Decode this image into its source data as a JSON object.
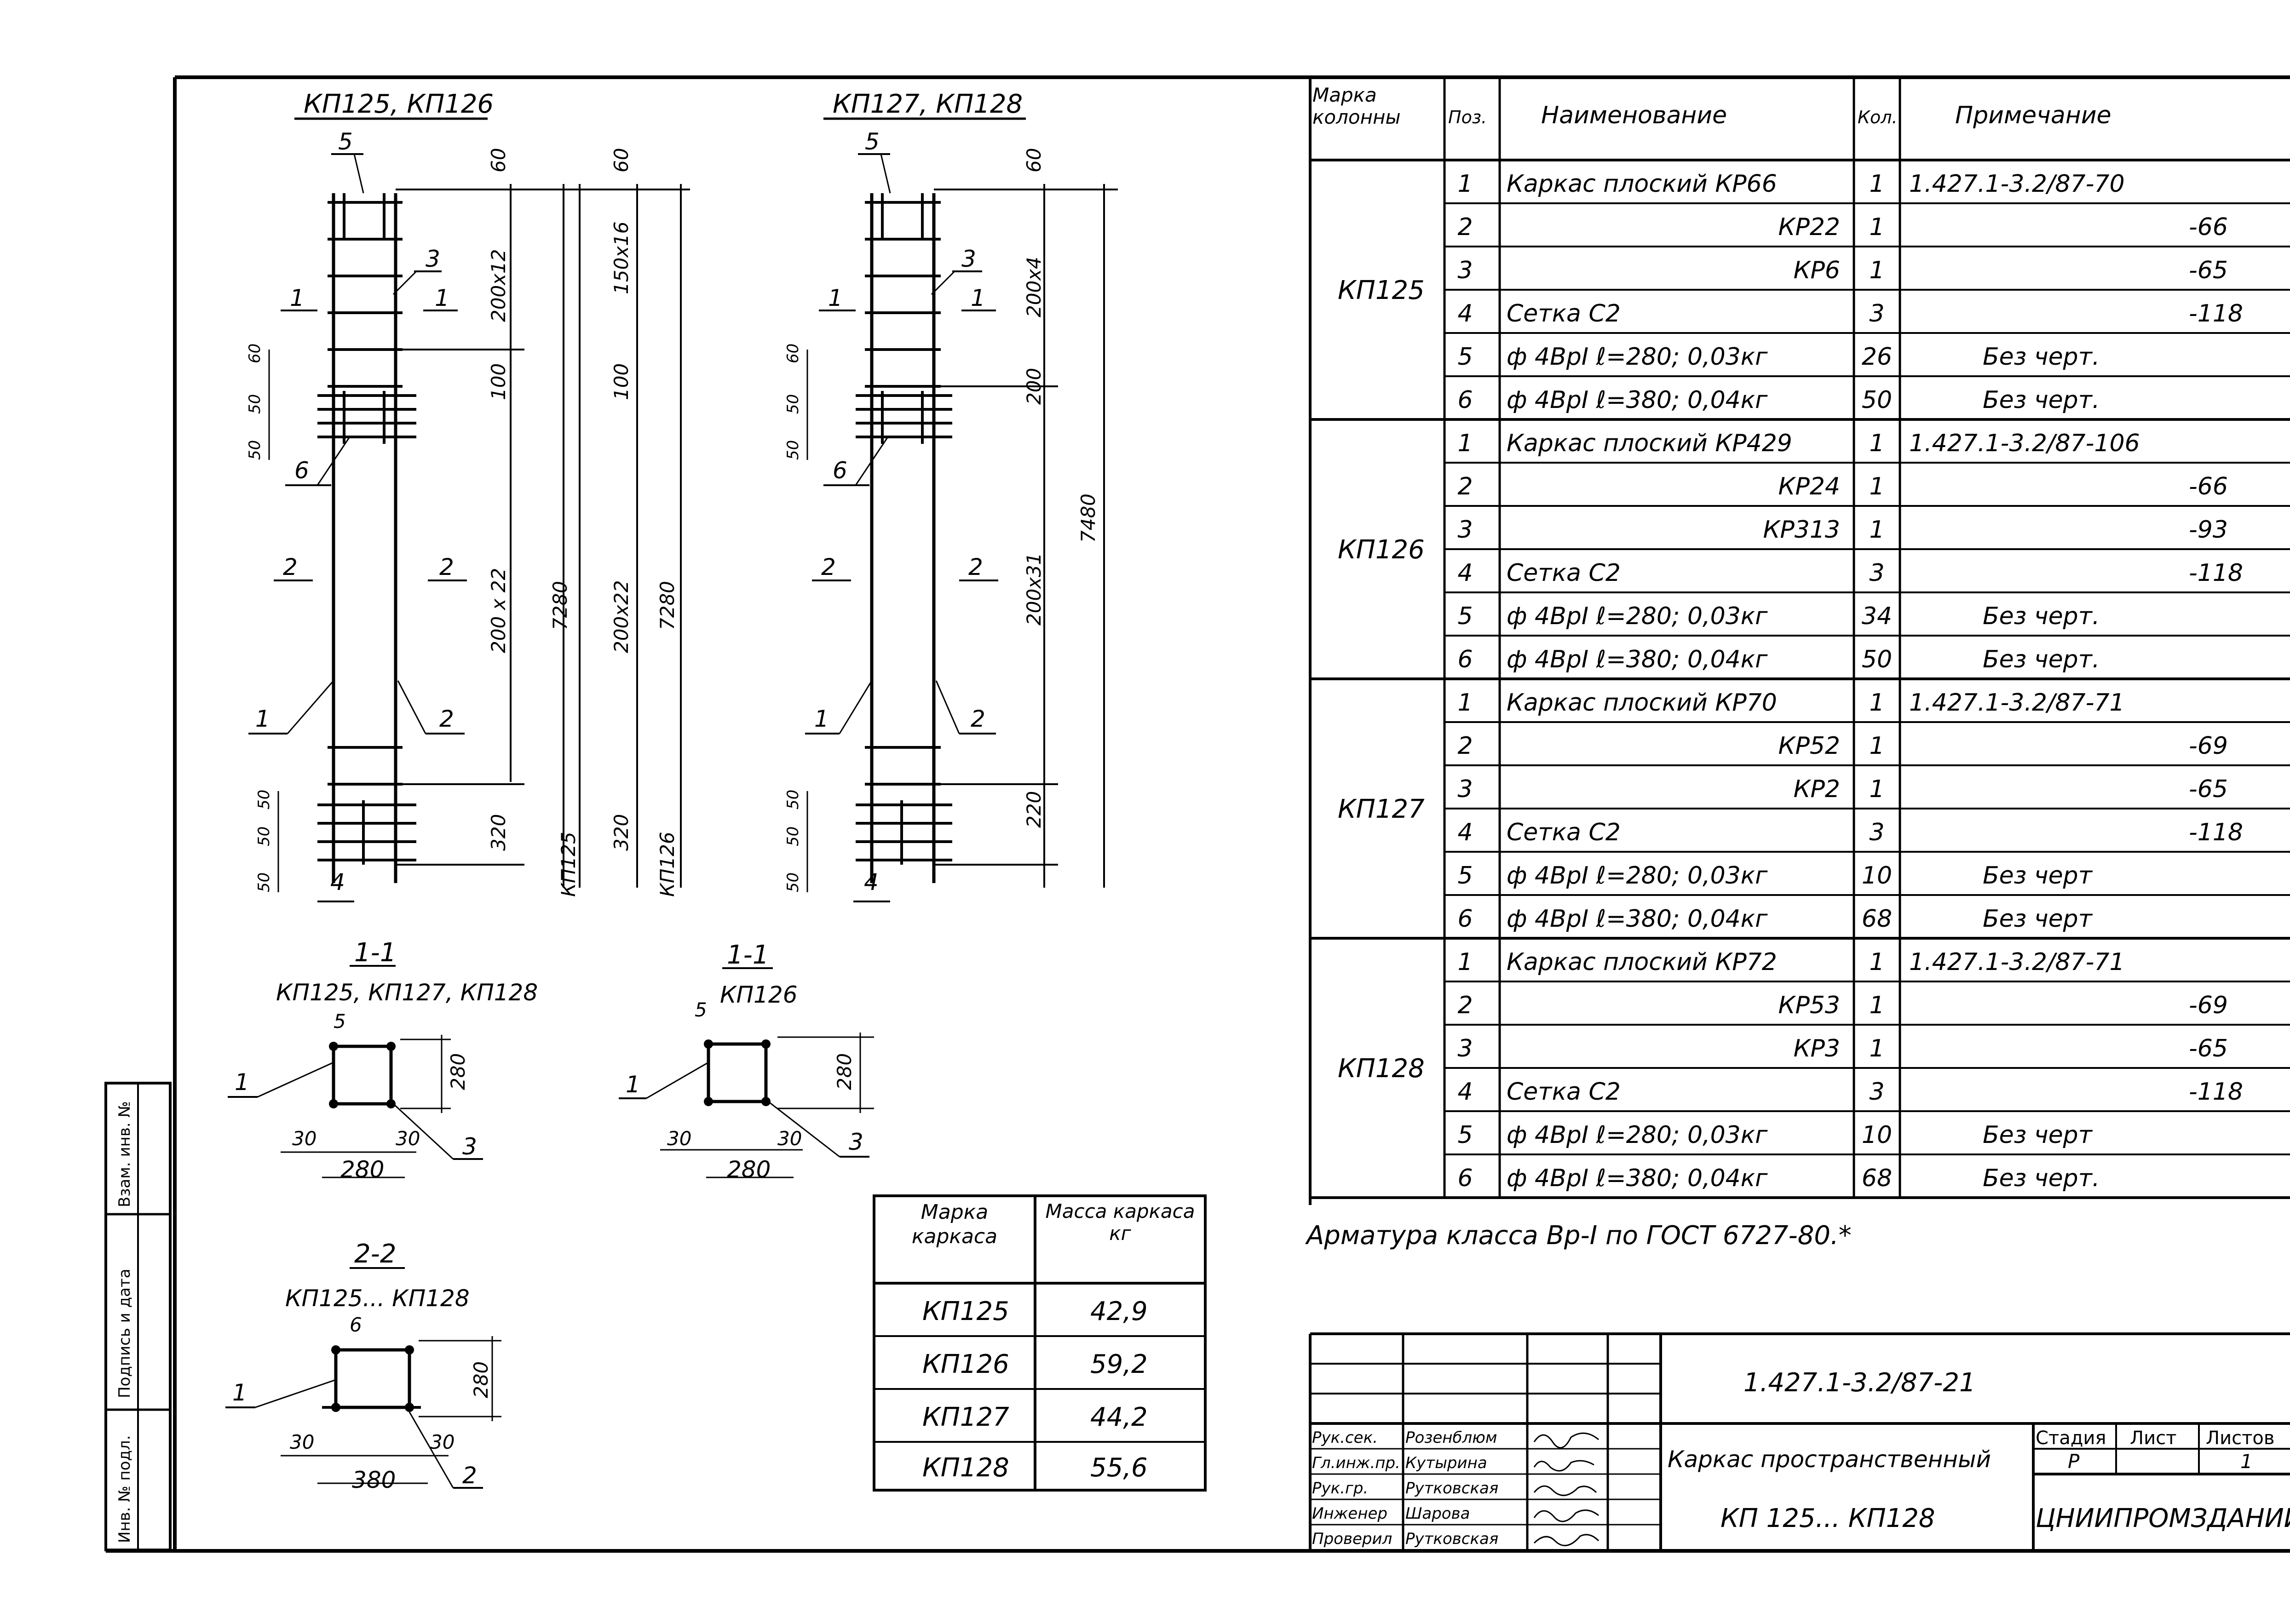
{
  "drawings": {
    "left_title": "КП125, КП126",
    "right_title": "КП127, КП128",
    "left_labels": {
      "pos5": "5",
      "pos3": "3",
      "pos1a": "1",
      "pos1b": "1",
      "pos6": "6",
      "pos2a": "2",
      "pos2b": "2",
      "pos1c": "1",
      "pos2c": "2",
      "pos4": "4",
      "d60top": "60",
      "d200x12": "200x12",
      "d100": "100",
      "d200x22": "200 x 22",
      "d320": "320",
      "d60b": "60",
      "d150x16": "150x16",
      "d100b": "100",
      "d200x22b": "200x22",
      "d320b": "320",
      "d7280": "7280",
      "d7280b": "7280",
      "kp125": "КП125",
      "kp126": "КП126",
      "s60": "60",
      "s50": "50",
      "s50b": "50",
      "s50c": "50",
      "s50d": "50",
      "s50e": "50"
    },
    "right_labels": {
      "pos5": "5",
      "pos3": "3",
      "pos1a": "1",
      "pos1b": "1",
      "pos6": "6",
      "pos2a": "2",
      "pos2b": "2",
      "pos1c": "1",
      "pos2c": "2",
      "pos4": "4",
      "d60": "60",
      "d200x4": "200x4",
      "d200": "200",
      "d200x31": "200x31",
      "d220": "220",
      "d7480": "7480",
      "s60": "60",
      "s50": "50",
      "s50b": "50",
      "s50c": "50",
      "s50d": "50",
      "s50e": "50"
    }
  },
  "sections": {
    "s11a_title": "1-1",
    "s11a_sub": "КП125, КП127, КП128",
    "s11a": {
      "p5": "5",
      "p1": "1",
      "p3": "3",
      "d280v": "280",
      "d30a": "30",
      "d30b": "30",
      "d280h": "280"
    },
    "s11b_title": "1-1",
    "s11b_sub": "КП126",
    "s11b": {
      "p5": "5",
      "p1": "1",
      "p3": "3",
      "d280v": "280",
      "d30a": "30",
      "d30b": "30",
      "d280h": "280"
    },
    "s22_title": "2-2",
    "s22_sub": "КП125... КП128",
    "s22": {
      "p6": "6",
      "p1": "1",
      "p2": "2",
      "d280v": "280",
      "d30a": "30",
      "d30b": "30",
      "d380": "380"
    }
  },
  "mass_table": {
    "header_col1": "Марка каркаса",
    "header_col2": "Масса каркаса кг",
    "rows": [
      {
        "mark": "КП125",
        "mass": "42,9"
      },
      {
        "mark": "КП126",
        "mass": "59,2"
      },
      {
        "mark": "КП127",
        "mass": "44,2"
      },
      {
        "mark": "КП128",
        "mass": "55,6"
      }
    ]
  },
  "spec_table": {
    "headers": [
      "Марка колонны",
      "Поз.",
      "Наименование",
      "Кол.",
      "Примечание"
    ],
    "groups": [
      {
        "mark": "КП125",
        "rows": [
          {
            "pos": "1",
            "name": "Каркас плоский КР66",
            "qty": "1",
            "note": "1.427.1-3.2/87-70"
          },
          {
            "pos": "2",
            "name": "КР22",
            "qty": "1",
            "note": "-66"
          },
          {
            "pos": "3",
            "name": "КР6",
            "qty": "1",
            "note": "-65"
          },
          {
            "pos": "4",
            "name": "Сетка С2",
            "qty": "3",
            "note": "-118"
          },
          {
            "pos": "5",
            "name": "ф 4ВрI ℓ=280; 0,03кг",
            "qty": "26",
            "note": "Без черт."
          },
          {
            "pos": "6",
            "name": "ф 4ВрI ℓ=380; 0,04кг",
            "qty": "50",
            "note": "Без черт."
          }
        ]
      },
      {
        "mark": "КП126",
        "rows": [
          {
            "pos": "1",
            "name": "Каркас плоский КР429",
            "qty": "1",
            "note": "1.427.1-3.2/87-106"
          },
          {
            "pos": "2",
            "name": "КР24",
            "qty": "1",
            "note": "-66"
          },
          {
            "pos": "3",
            "name": "КР313",
            "qty": "1",
            "note": "-93"
          },
          {
            "pos": "4",
            "name": "Сетка С2",
            "qty": "3",
            "note": "-118"
          },
          {
            "pos": "5",
            "name": "ф 4ВрI ℓ=280; 0,03кг",
            "qty": "34",
            "note": "Без черт."
          },
          {
            "pos": "6",
            "name": "ф 4ВрI ℓ=380; 0,04кг",
            "qty": "50",
            "note": "Без черт."
          }
        ]
      },
      {
        "mark": "КП127",
        "rows": [
          {
            "pos": "1",
            "name": "Каркас плоский КР70",
            "qty": "1",
            "note": "1.427.1-3.2/87-71"
          },
          {
            "pos": "2",
            "name": "КР52",
            "qty": "1",
            "note": "-69"
          },
          {
            "pos": "3",
            "name": "КР2",
            "qty": "1",
            "note": "-65"
          },
          {
            "pos": "4",
            "name": "Сетка С2",
            "qty": "3",
            "note": "-118"
          },
          {
            "pos": "5",
            "name": "ф 4ВрI ℓ=280; 0,03кг",
            "qty": "10",
            "note": "Без черт"
          },
          {
            "pos": "6",
            "name": "ф 4ВрI ℓ=380; 0,04кг",
            "qty": "68",
            "note": "Без черт"
          }
        ]
      },
      {
        "mark": "КП128",
        "rows": [
          {
            "pos": "1",
            "name": "Каркас плоский КР72",
            "qty": "1",
            "note": "1.427.1-3.2/87-71"
          },
          {
            "pos": "2",
            "name": "КР53",
            "qty": "1",
            "note": "-69"
          },
          {
            "pos": "3",
            "name": "КР3",
            "qty": "1",
            "note": "-65"
          },
          {
            "pos": "4",
            "name": "Сетка С2",
            "qty": "3",
            "note": "-118"
          },
          {
            "pos": "5",
            "name": "ф 4ВрI ℓ=280; 0,03кг",
            "qty": "10",
            "note": "Без черт"
          },
          {
            "pos": "6",
            "name": "ф 4ВрI ℓ=380; 0,04кг",
            "qty": "68",
            "note": "Без черт."
          }
        ]
      }
    ],
    "footnote": "Арматура класса Вр-I по ГОСТ 6727-80.*"
  },
  "title_block": {
    "doc_code": "1.427.1-3.2/87-21",
    "roles": [
      "Рук.сек.",
      "Гл.инж.пр.",
      "Рук.гр.",
      "Инженер",
      "Проверил"
    ],
    "names": [
      "Розенблюм",
      "Кутырина",
      "Рутковская",
      "Шарова",
      "Рутковская"
    ],
    "title_line1": "Каркас пространственный",
    "title_line2": "КП 125... КП128",
    "stage_label": "Стадия",
    "sheet_label": "Лист",
    "sheets_label": "Листов",
    "stage": "Р",
    "sheets": "1",
    "org": "ЦНИИПРОМЗДАНИЙ"
  },
  "side_stamp": {
    "labels": [
      "Инв. № подл.",
      "Подпись и дата",
      "Взам. инв. №"
    ]
  }
}
